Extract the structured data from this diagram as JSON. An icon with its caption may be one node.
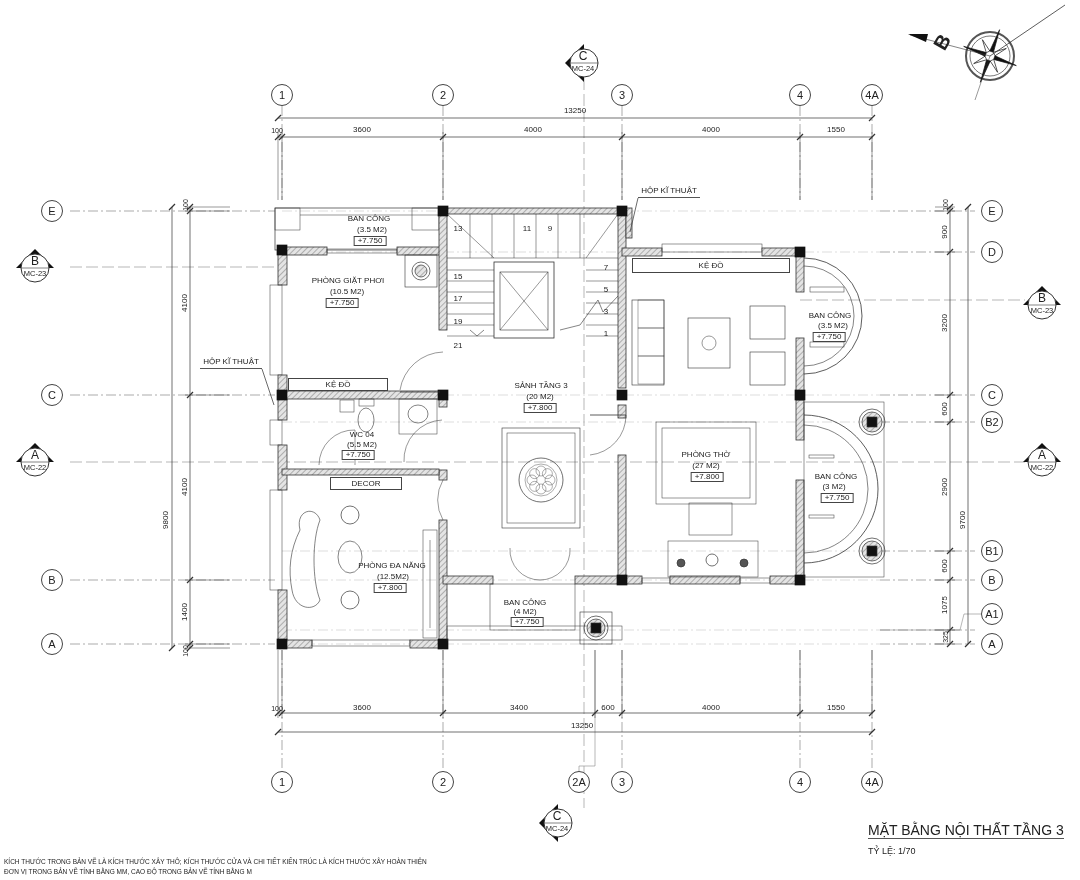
{
  "diagram": {
    "title": "MẶT BẰNG NỘI THẤT TẦNG 3",
    "caption": "TỶ LỆ: 1/70",
    "nodes": [
      {
        "text": [
          "1"
        ]
      },
      {
        "text": [
          "2"
        ]
      },
      {
        "text": [
          "3"
        ]
      },
      {
        "text": [
          "4"
        ]
      },
      {
        "text": [
          "4A"
        ]
      },
      {
        "text": [
          "C",
          "MC-24"
        ]
      },
      {
        "text": [
          "E"
        ]
      },
      {
        "text": [
          "E"
        ]
      },
      {
        "text": [
          "D"
        ]
      },
      {
        "text": [
          "B",
          "MC-23"
        ]
      },
      {
        "text": [
          "B",
          "MC-23"
        ]
      },
      {
        "text": [
          "HỘP KĨ THUẬT"
        ]
      },
      {
        "text": [
          "HỘP KĨ THUẬT"
        ]
      },
      {
        "text": [
          "KỆ ĐỒ"
        ]
      },
      {
        "text": [
          "KỆ ĐỒ"
        ]
      },
      {
        "text": [
          "C"
        ]
      },
      {
        "text": [
          "C"
        ]
      },
      {
        "text": [
          "B2"
        ]
      },
      {
        "text": [
          "A",
          "MC-22"
        ]
      },
      {
        "text": [
          "A",
          "MC-22"
        ]
      },
      {
        "text": [
          "DECOR"
        ]
      },
      {
        "text": [
          "B1"
        ]
      },
      {
        "text": [
          "B"
        ]
      },
      {
        "text": [
          "B"
        ]
      },
      {
        "text": [
          "A1"
        ]
      },
      {
        "text": [
          "A"
        ]
      },
      {
        "text": [
          "A"
        ]
      },
      {
        "text": [
          "1"
        ]
      },
      {
        "text": [
          "2"
        ]
      },
      {
        "text": [
          "2A"
        ]
      },
      {
        "text": [
          "3"
        ]
      },
      {
        "text": [
          "4"
        ]
      },
      {
        "text": [
          "4A"
        ]
      },
      {
        "text": [
          "C",
          "MC-24"
        ]
      }
    ],
    "edges": [
      {
        "from": 11,
        "to": null,
        "arrow": "none"
      },
      {
        "from": 12,
        "to": null,
        "arrow": "none"
      }
    ],
    "labels": [
      "13250",
      "100",
      "3600",
      "4000",
      "4000",
      "1550",
      "100",
      "4100",
      "9800",
      "4100",
      "1400",
      "100",
      "100",
      "900",
      "3200",
      "9700",
      "600",
      "2900",
      "600",
      "1075",
      "325",
      "100",
      "3600",
      "3400",
      "600",
      "4000",
      "1550",
      "13250",
      "BAN CÔNG",
      "(3.5 M2)",
      "+7.750",
      "PHÒNG GIẶT PHƠI",
      "(10.5 M2)",
      "+7.750",
      "WC 04",
      "(5.5 M2)",
      "+7.750",
      "SẢNH TẦNG 3",
      "(20 M2)",
      "+7.800",
      "PHÒNG ĐA NĂNG",
      "(12.5M2)",
      "+7.800",
      "BAN CÔNG",
      "(4 M2)",
      "+7.750",
      "BAN CÔNG",
      "(3.5 M2)",
      "+7.750",
      "PHÒNG THỜ",
      "(27 M2)",
      "+7.800",
      "BAN CÔNG",
      "(3 M2)",
      "+7.750",
      "13",
      "11",
      "9",
      "15",
      "17",
      "19",
      "21",
      "7",
      "5",
      "3",
      "1",
      "B",
      "KÍCH THƯỚC TRONG BẢN VẼ LÀ KÍCH THƯỚC XÂY THÔ; KÍCH THƯỚC CỬA VÀ CHI TIẾT KIẾN TRÚC LÀ KÍCH THƯỚC XÂY HOÀN THIỆN",
      "ĐƠN VỊ TRONG BẢN VẼ TÍNH BẰNG MM, CAO ĐỘ TRONG BẢN VẼ TÍNH BẰNG M"
    ]
  }
}
